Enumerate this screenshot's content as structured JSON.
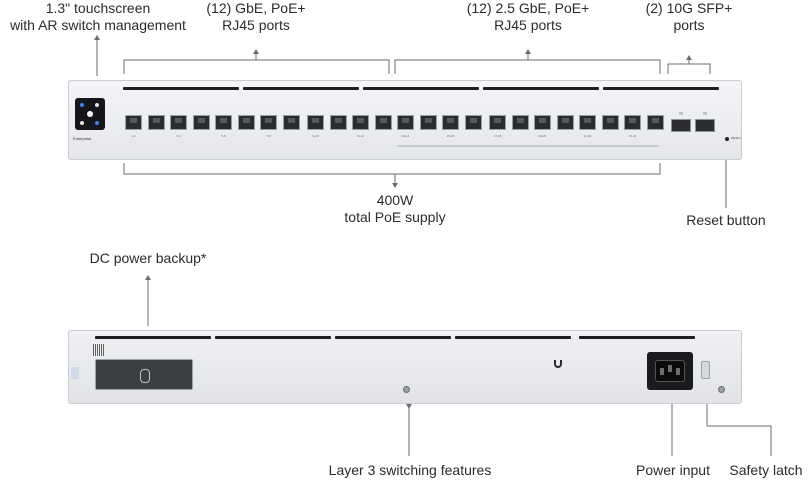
{
  "callouts": {
    "touchscreen": [
      "1.3\" touchscreen",
      "with AR switch management"
    ],
    "gbe_ports": [
      "(12) GbE, PoE+",
      "RJ45 ports"
    ],
    "gbe25_ports": [
      "(12) 2.5 GbE, PoE+",
      "RJ45 ports"
    ],
    "sfp_ports": [
      "(2) 10G SFP+",
      "ports"
    ],
    "poe_supply": [
      "400W",
      "total PoE supply"
    ],
    "reset": "Reset button",
    "dc_backup": "DC power backup*",
    "layer3": "Layer 3 switching features",
    "power_input": "Power input",
    "safety_latch": "Safety latch"
  },
  "device": {
    "brand_mark": "Enterprise",
    "port_labels": [
      "1-2",
      "3-4",
      "5-6",
      "7-8",
      "9-10",
      "11-12",
      "13-14",
      "15-16",
      "17-18",
      "19-20",
      "21-22",
      "23-24"
    ],
    "reset_label": "RESET"
  },
  "colors": {
    "panel": "#e8eaee",
    "port": "#2a2c30",
    "line": "#6e6e6e",
    "text": "#2b2b2b"
  }
}
